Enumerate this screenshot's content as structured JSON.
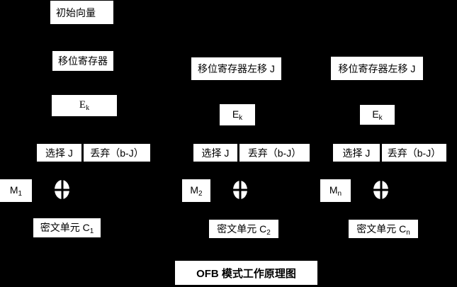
{
  "colors": {
    "background": "#000000",
    "box_fill": "#ffffff",
    "box_text": "#000000"
  },
  "title": {
    "label": "OFB 模式工作原理图"
  },
  "columns": [
    {
      "initial_vector": "初始向量",
      "shift_register": "移位寄存器",
      "cipher_e": {
        "main": "E",
        "sub": "k"
      },
      "select": "选择 J",
      "discard": "丢弃（b-J）",
      "message": {
        "main": "M",
        "sub": "1"
      },
      "xor_icon": "xor",
      "ciphertext": {
        "main": "密文单元 C",
        "sub": "1"
      }
    },
    {
      "shift_register": "移位寄存器左移 J",
      "cipher_e": {
        "main": "E",
        "sub": "k"
      },
      "select": "选择 J",
      "discard": "丢弃（b-J）",
      "message": {
        "main": "M",
        "sub": "2"
      },
      "xor_icon": "xor",
      "ciphertext": {
        "main": "密文单元 C",
        "sub": "2"
      }
    },
    {
      "shift_register": "移位寄存器左移 J",
      "cipher_e": {
        "main": "E",
        "sub": "k"
      },
      "select": "选择 J",
      "discard": "丢弃（b-J）",
      "message": {
        "main": "M",
        "sub": "n"
      },
      "xor_icon": "xor",
      "ciphertext": {
        "main": "密文单元 C",
        "sub": "n"
      }
    }
  ]
}
